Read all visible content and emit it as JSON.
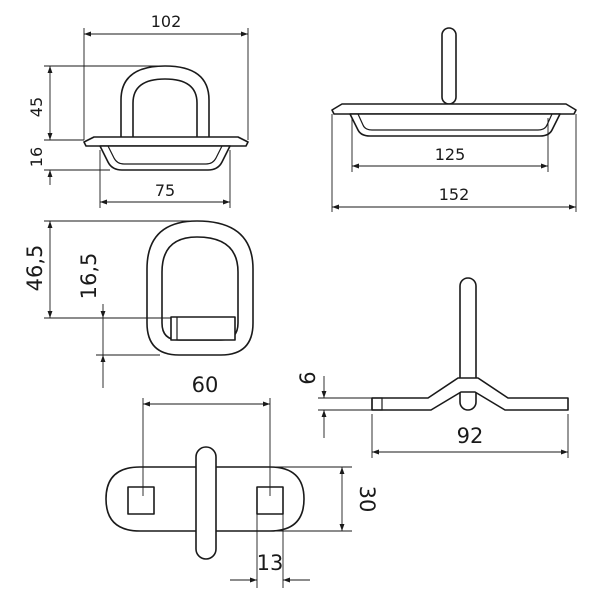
{
  "dimensions": {
    "top_width": "102",
    "ring_height": "45",
    "base_height": "16",
    "bowl_width": "75",
    "side_inner": "125",
    "side_outer": "152",
    "front_height": "46,5",
    "front_clip_height": "16,5",
    "rod_thickness": "6",
    "strap_length": "92",
    "hole_spacing": "60",
    "strap_width": "30",
    "square_hole": "13"
  },
  "colors": {
    "line": "#1a1a1a",
    "background": "#ffffff"
  }
}
